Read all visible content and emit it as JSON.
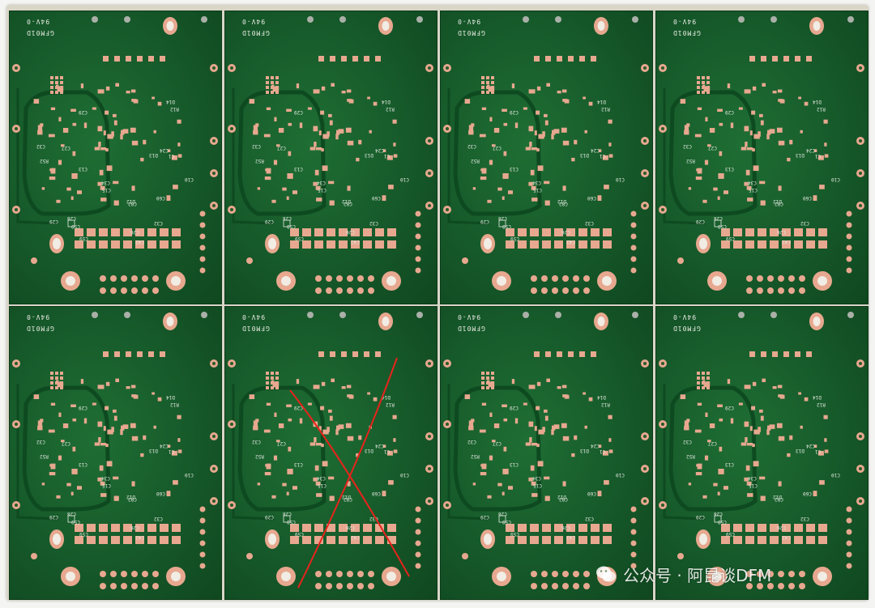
{
  "silkscreen": {
    "line1": "94V-0",
    "line2": "GFM01D",
    "refs": [
      "C42",
      "C29",
      "C28",
      "C27",
      "C24",
      "C26",
      "C10",
      "C13",
      "C15",
      "C59",
      "C29",
      "C32",
      "C34",
      "D12",
      "D13",
      "D14",
      "R52",
      "R12",
      "C60",
      "C1",
      "C32",
      "C82",
      "C59"
    ]
  },
  "panel": {
    "boards_total": 8,
    "rejected_board_index": 5
  },
  "colors": {
    "solder_mask": "#16592a",
    "copper_pad": "#e7a88f",
    "reject_mark": "#e8231c"
  },
  "watermark": {
    "text": "公众号 · 阿昆谈DFM",
    "icon": "wechat-icon"
  }
}
